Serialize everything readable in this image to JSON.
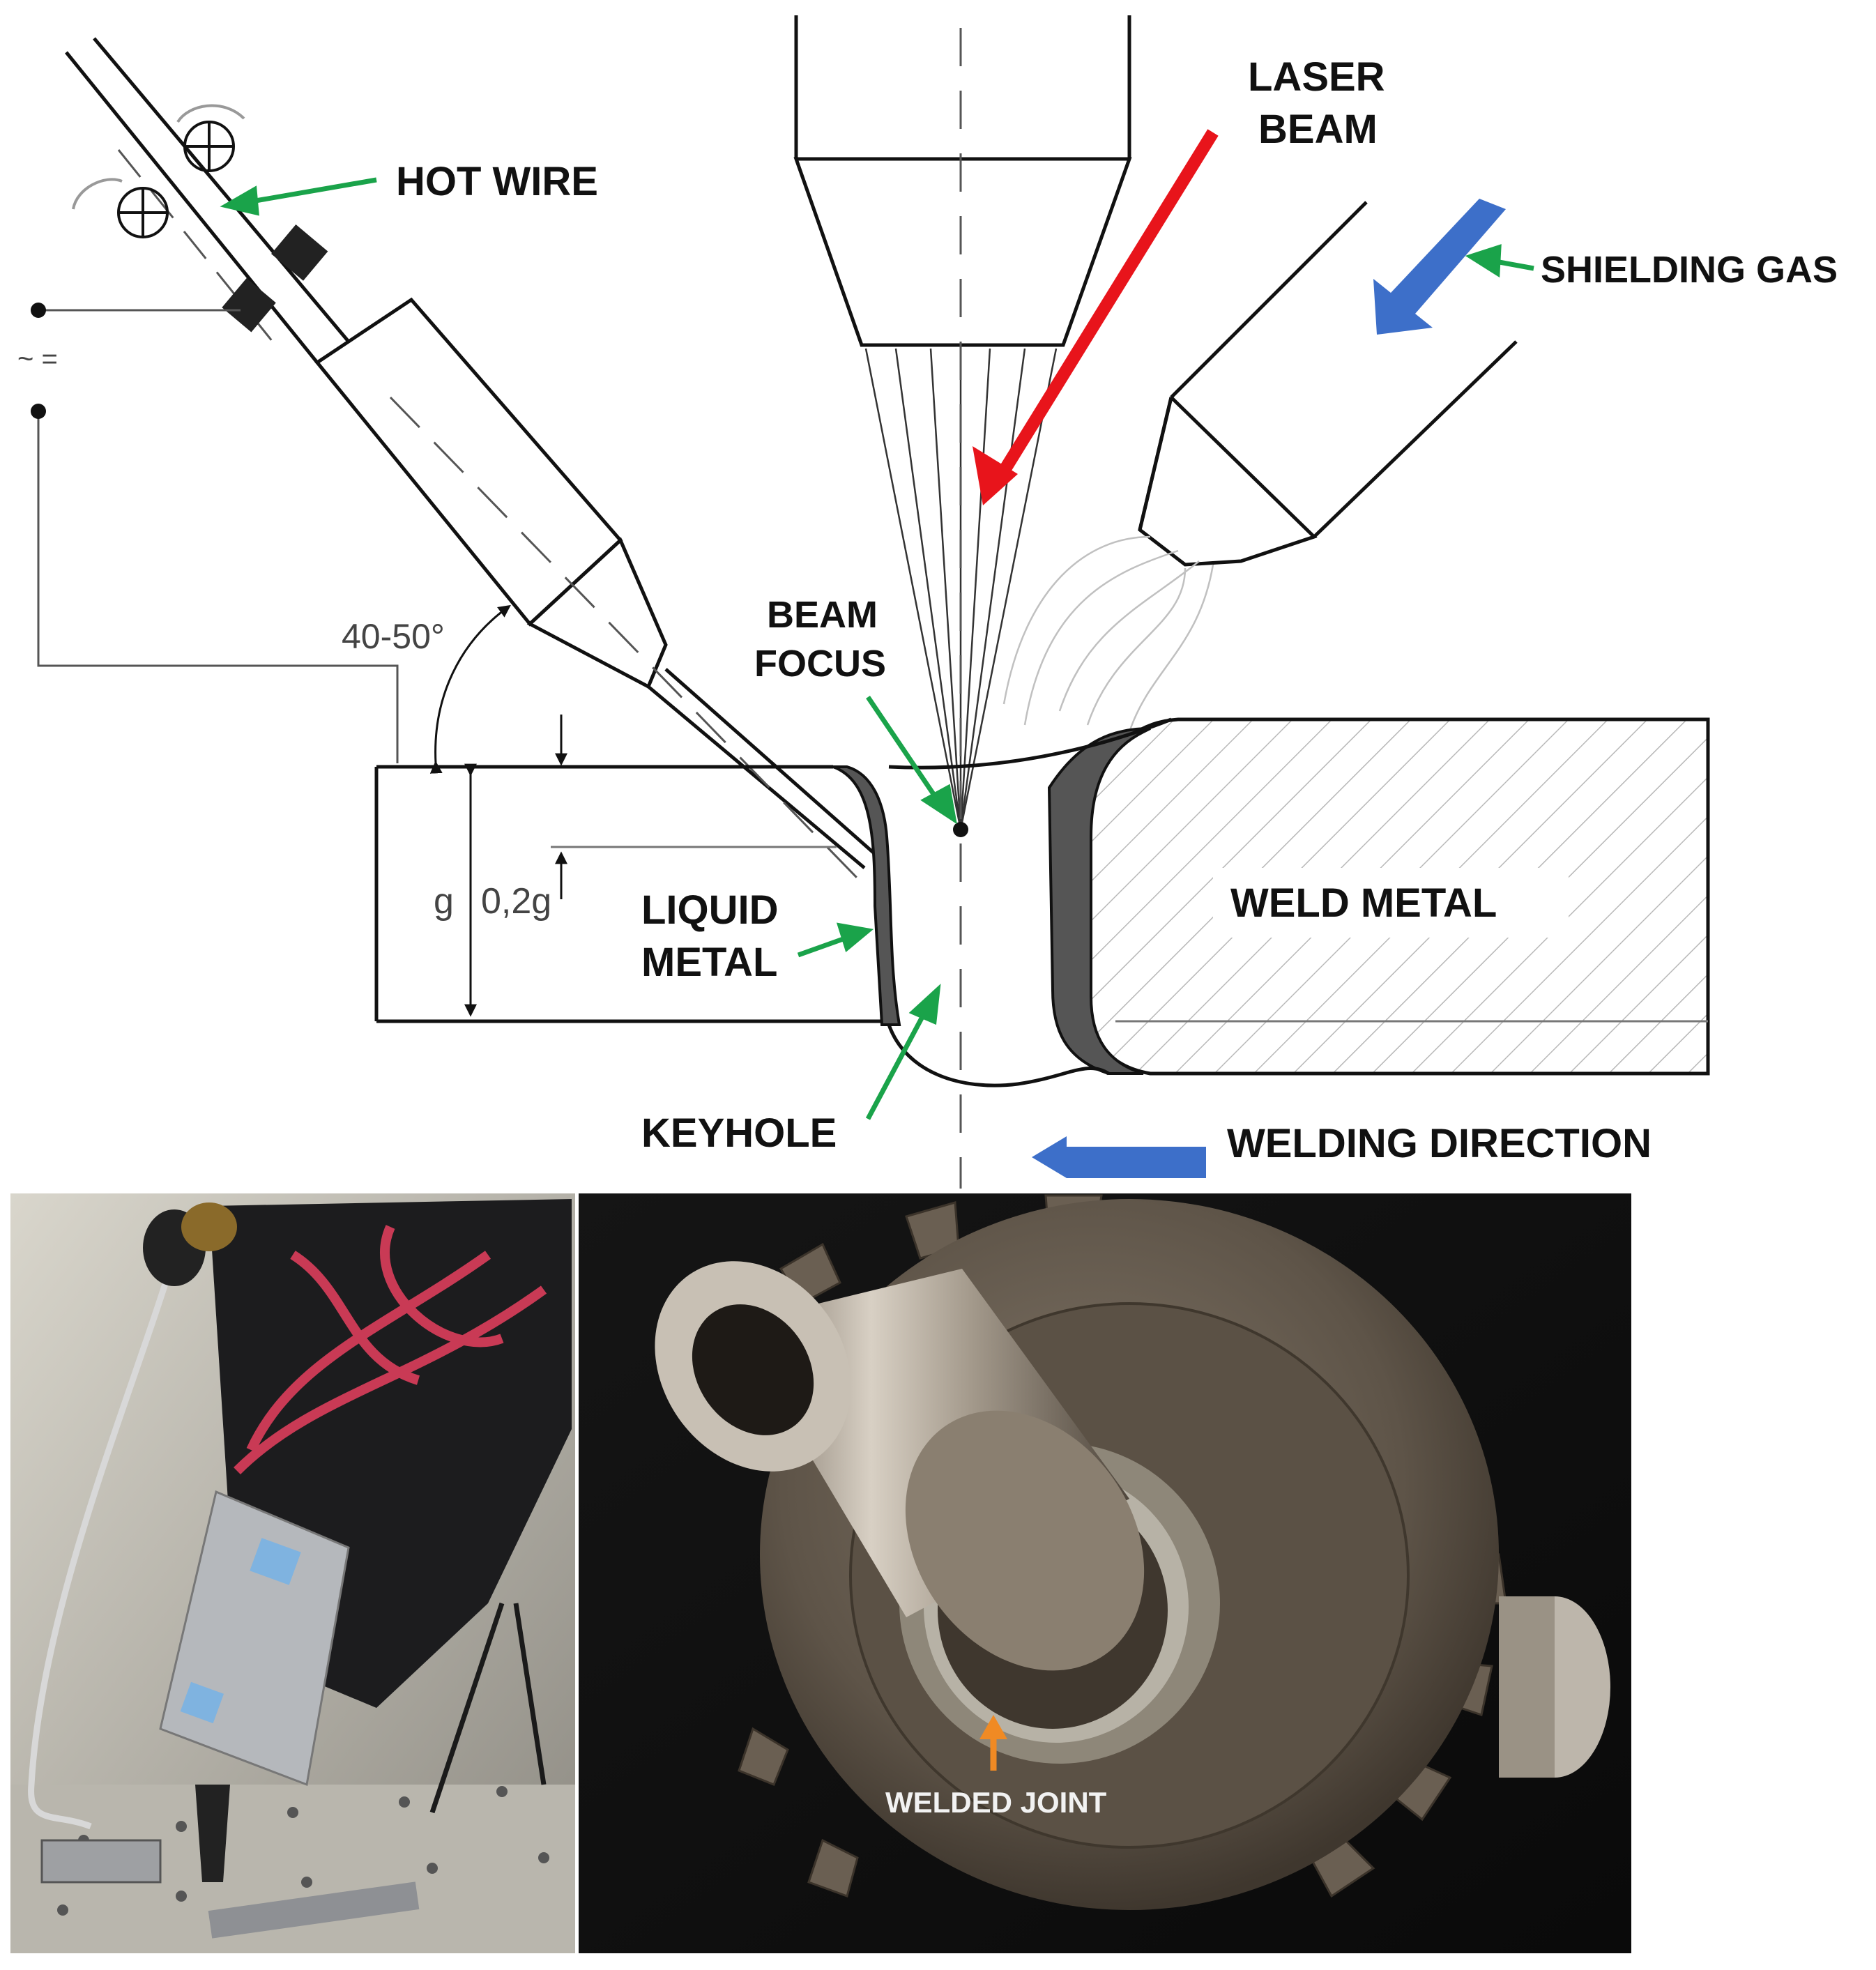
{
  "labels": {
    "hot_wire": "HOT WIRE",
    "laser_beam_1": "LASER",
    "laser_beam_2": "BEAM",
    "shielding_gas": "SHIELDING GAS",
    "beam_focus_1": "BEAM",
    "beam_focus_2": "FOCUS",
    "liquid_metal_1": "LIQUID",
    "liquid_metal_2": "METAL",
    "weld_metal": "WELD METAL",
    "keyhole": "KEYHOLE",
    "welding_direction": "WELDING DIRECTION",
    "angle": "40-50°",
    "g": "g",
    "g02": "0,2g",
    "supply": "~ =",
    "welded_joint": "WELDED JOINT"
  },
  "colors": {
    "laser_arrow": "#e8141b",
    "gas_arrow": "#3d6fc9",
    "pointer": "#1aa34a",
    "joint_arrow": "#f08a24",
    "hatch": "#b0b0b0"
  },
  "photos": {
    "left": "welding-head-photo",
    "right": "welded-gear-photo"
  }
}
